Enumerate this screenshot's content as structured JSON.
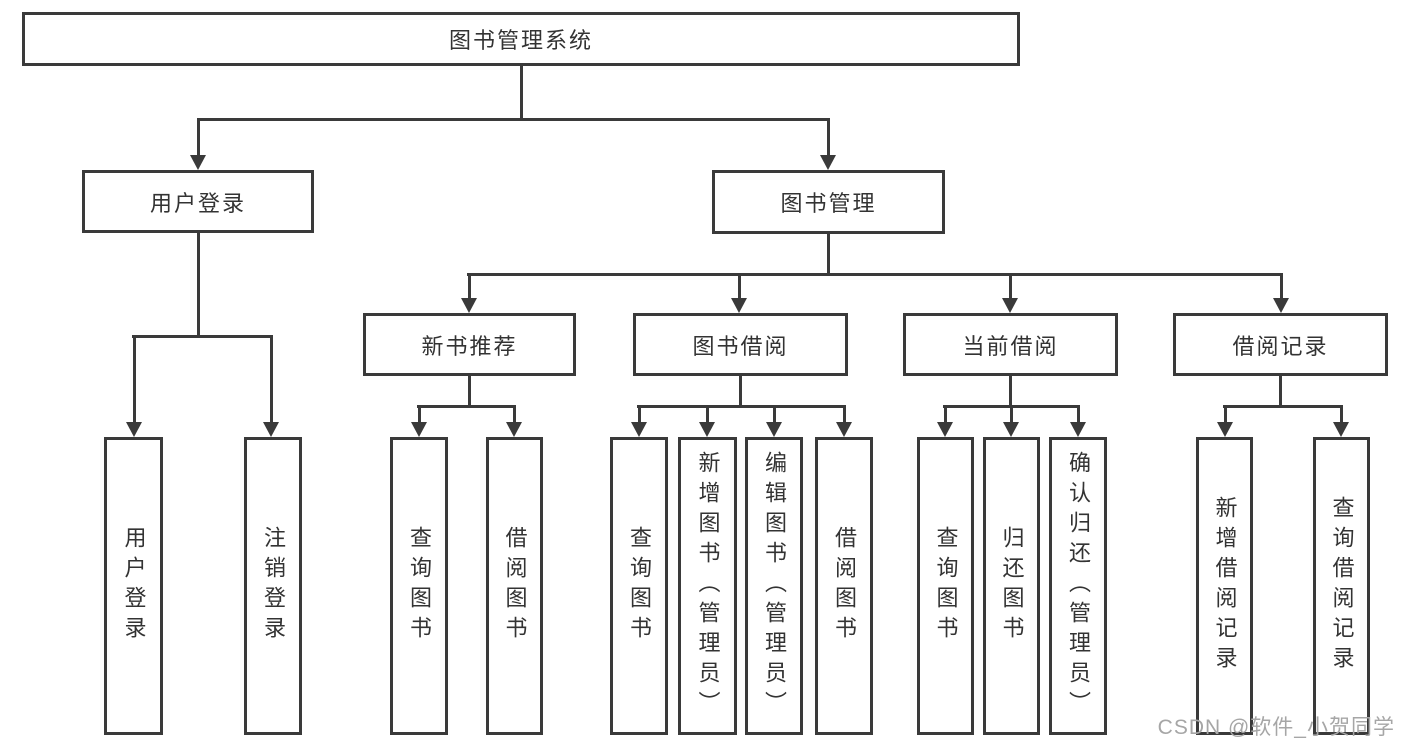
{
  "diagram": {
    "root": "图书管理系统",
    "level2": [
      "用户登录",
      "图书管理"
    ],
    "level3": [
      "新书推荐",
      "图书借阅",
      "当前借阅",
      "借阅记录"
    ],
    "leaves": [
      "用户登录",
      "注销登录",
      "查询图书",
      "借阅图书",
      "查询图书",
      "新增图书（管理员）",
      "编辑图书（管理员）",
      "借阅图书",
      "查询图书",
      "归还图书",
      "确认归还（管理员）",
      "新增借阅记录",
      "查询借阅记录"
    ]
  },
  "watermark": "CSDN @软件_小贺同学",
  "colors": {
    "line": "#3a3a3a",
    "text": "#333333",
    "watermark": "#a6a6a6",
    "background": "#ffffff"
  }
}
